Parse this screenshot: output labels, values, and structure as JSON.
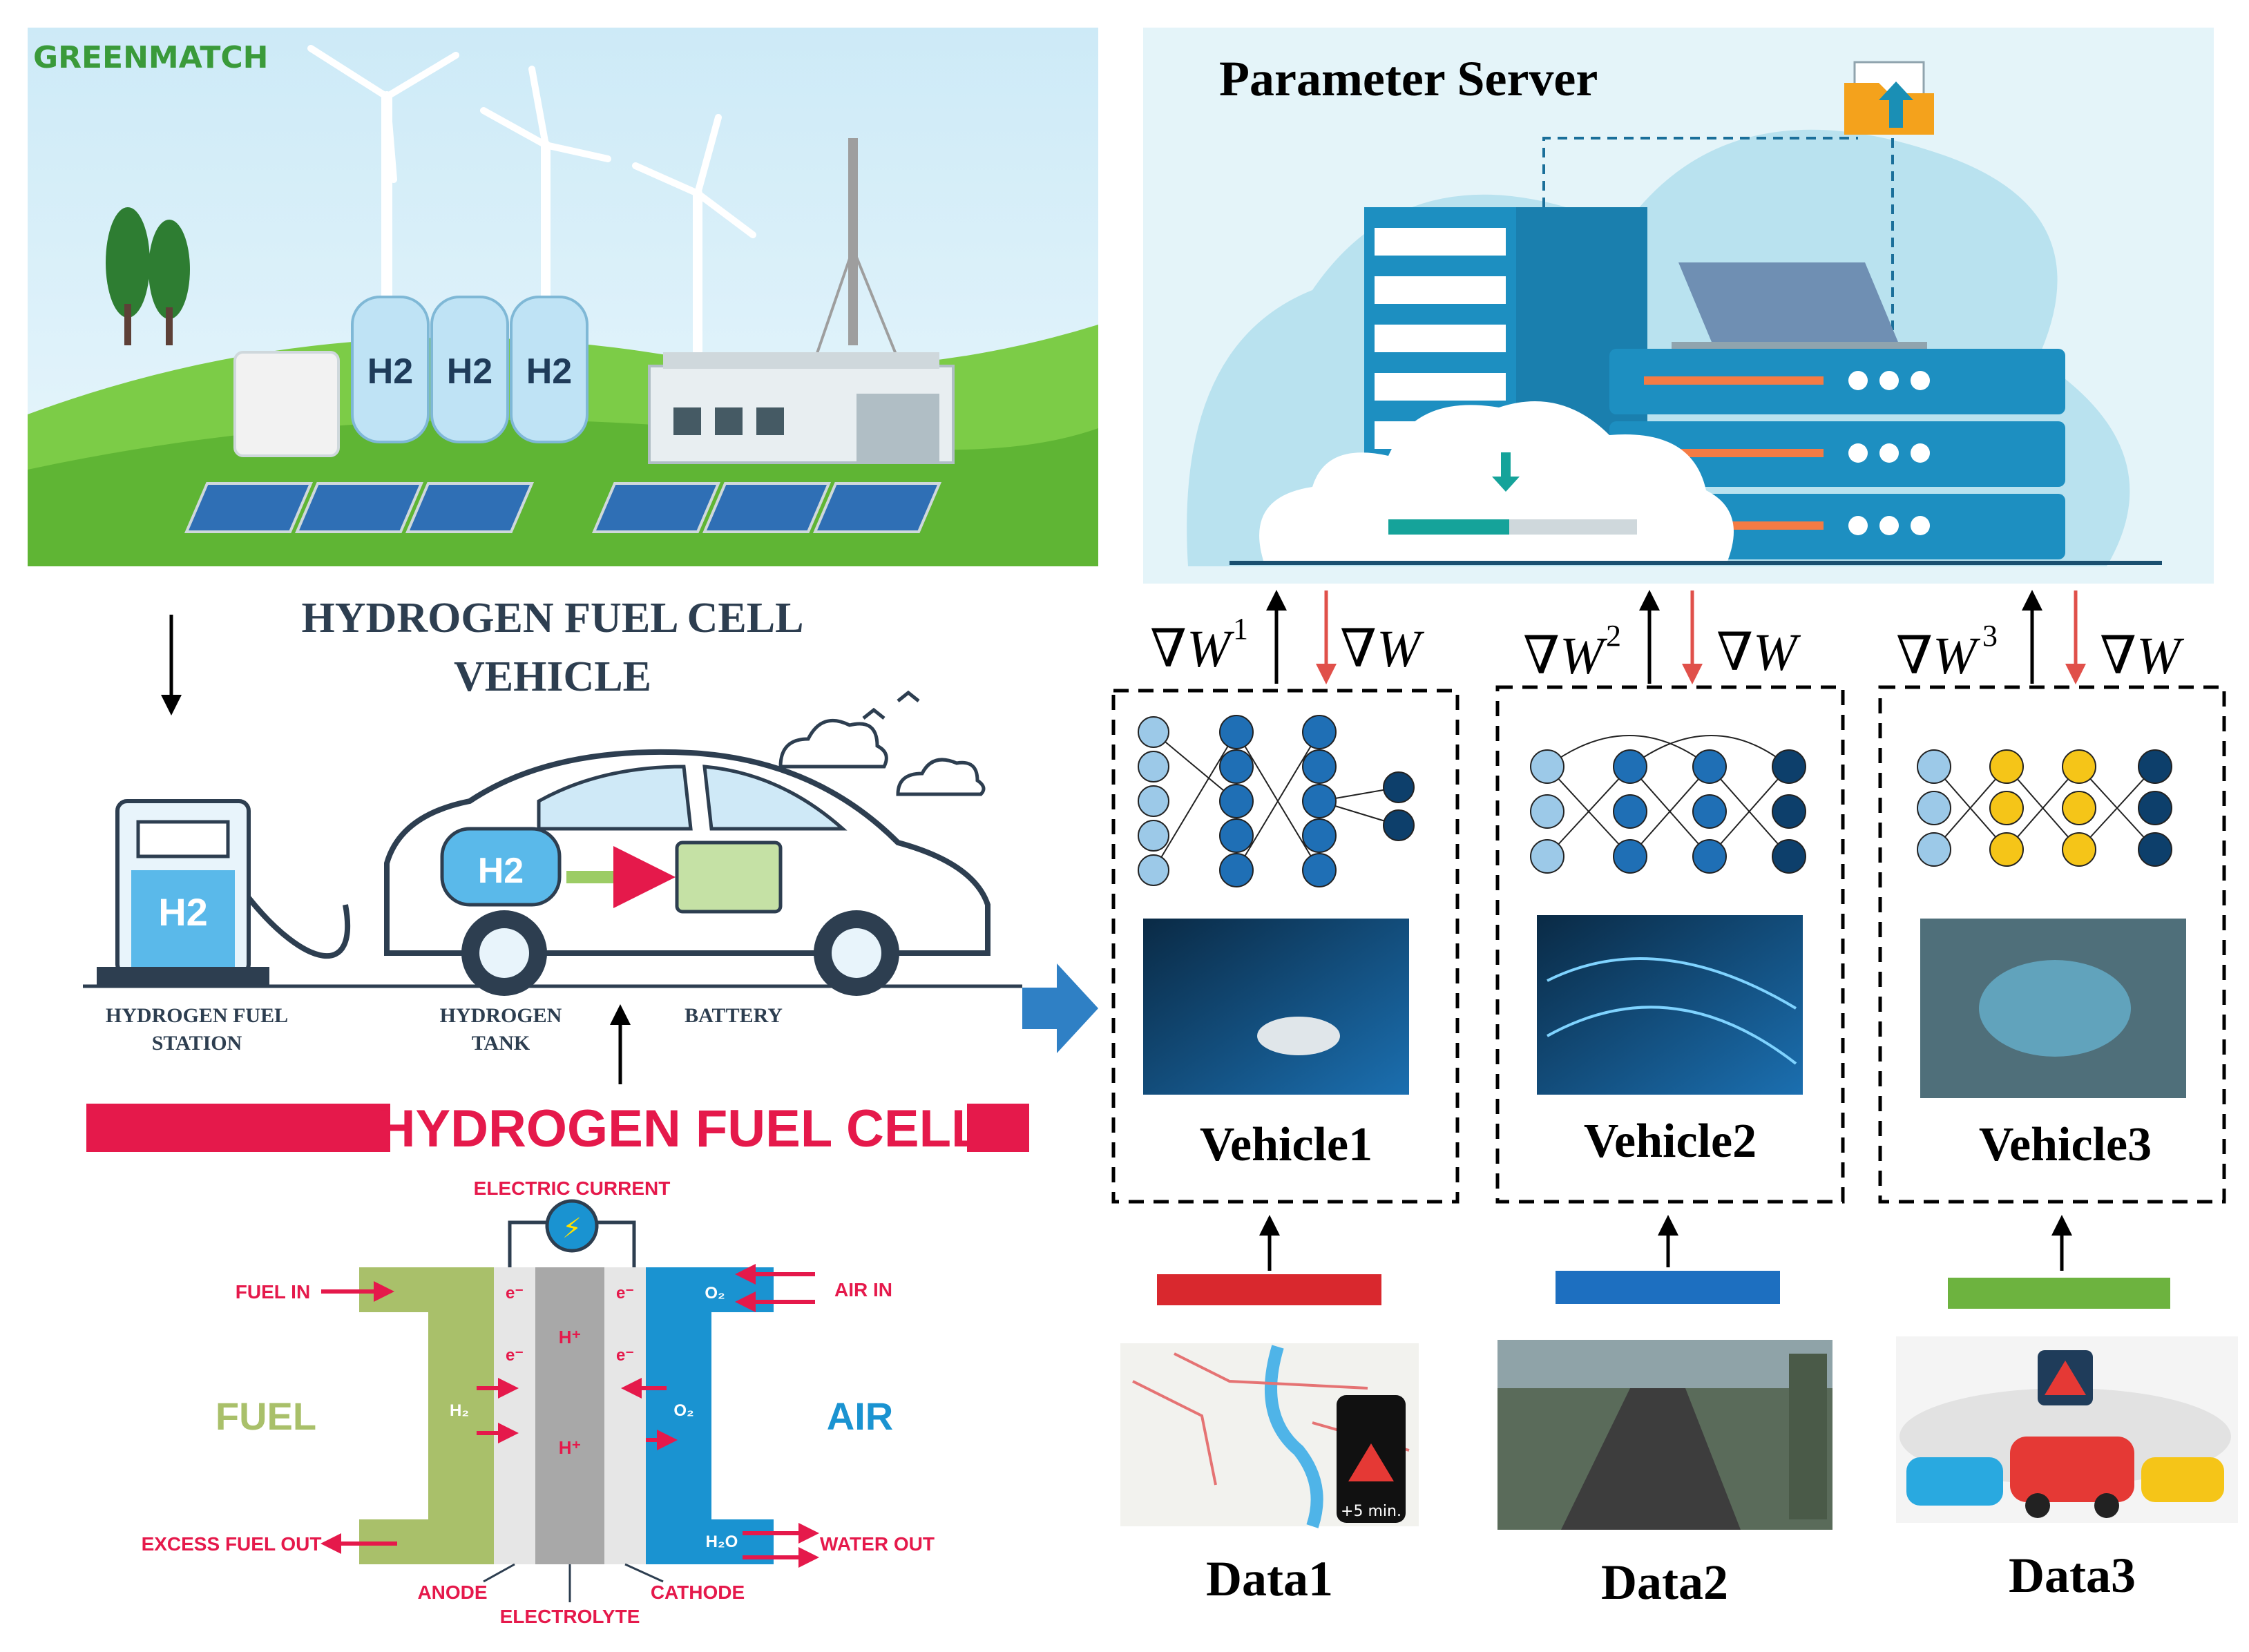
{
  "brand": "GREENMATCH",
  "h2_label": "H2",
  "hydrogen_vehicle": {
    "title_line1": "HYDROGEN FUEL CELL",
    "title_line2": "VEHICLE",
    "station_line1": "HYDROGEN FUEL",
    "station_line2": "STATION",
    "tank_line1": "HYDROGEN",
    "tank_line2": "TANK",
    "battery": "BATTERY"
  },
  "fuel_cell": {
    "banner": "HYDROGEN FUEL CELL",
    "electric_current": "ELECTRIC CURRENT",
    "fuel_in": "FUEL IN",
    "excess_fuel_out": "EXCESS FUEL OUT",
    "fuel": "FUEL",
    "air": "AIR",
    "air_in": "AIR IN",
    "water_out": "WATER OUT",
    "anode": "ANODE",
    "electrolyte": "ELECTROLYTE",
    "cathode": "CATHODE",
    "e_minus": "e⁻",
    "h_plus": "H⁺",
    "o2": "O₂",
    "h2": "H₂",
    "h2o": "H₂O",
    "bolt": "⚡"
  },
  "server": {
    "title": "Parameter Server"
  },
  "vehicles": [
    {
      "label": "Vehicle1",
      "up": "∇W",
      "up_sup": "1",
      "down": "∇W",
      "data": "Data1",
      "color": "#d9282e"
    },
    {
      "label": "Vehicle2",
      "up": "∇W",
      "up_sup": "2",
      "down": "∇W",
      "data": "Data2",
      "color": "#1d6fc0"
    },
    {
      "label": "Vehicle3",
      "up": "∇W",
      "up_sup": "3",
      "down": "∇W",
      "data": "Data3",
      "color": "#6db33f"
    }
  ],
  "data_panels": {
    "data1_badge": "+5 min."
  },
  "colors": {
    "sky": "#d6eef8",
    "grass": "#6cbf3c",
    "server_bg": "#dcf1f7",
    "teal": "#1a8fb5",
    "red_banner": "#e5194b",
    "fuel_green": "#a9c06a",
    "air_blue": "#1a93d1"
  }
}
